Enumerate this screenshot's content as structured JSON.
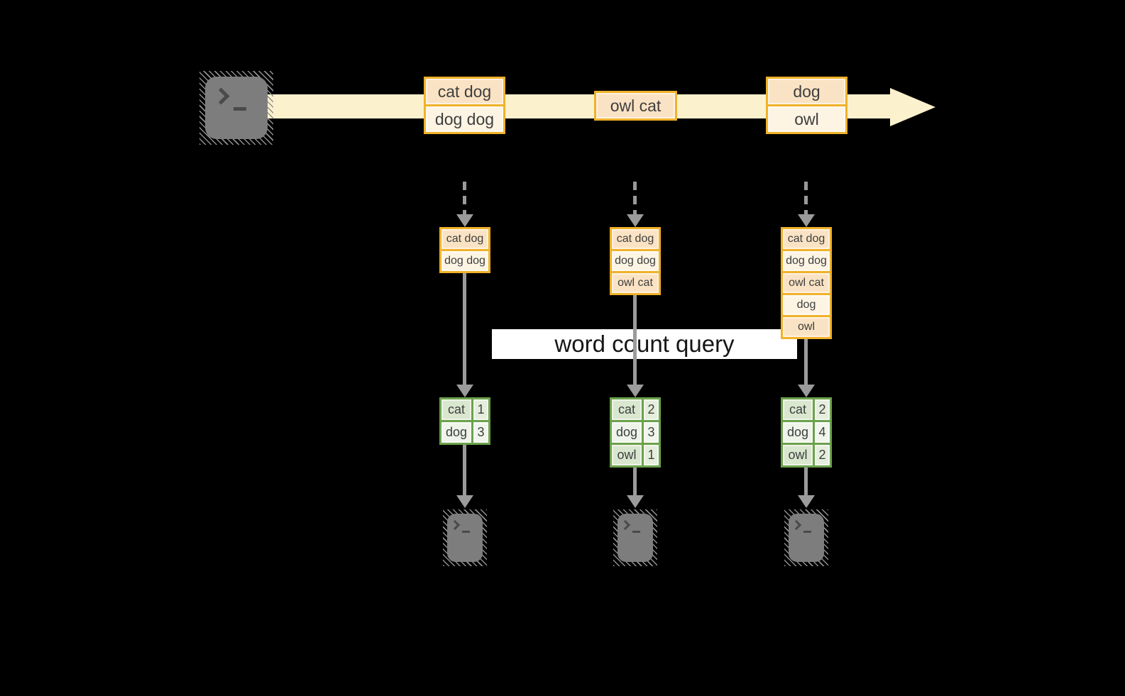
{
  "background": "#000000",
  "palette": {
    "accent_orange": "#F0B22A",
    "cell_peach_dark": "#FAE3C4",
    "cell_peach_light": "#FDF4E4",
    "stream_band": "#FBF1CC",
    "green_border": "#6CA24C",
    "green_cell_dark": "#D9E7CF",
    "green_cell_light": "#EEF4EA",
    "arrow_gray": "#9B9B9B",
    "terminal_gray": "#7D7D7D",
    "query_band_bg": "#FFFFFF"
  },
  "icons": {
    "terminal": "prompt-chevron-and-cursor"
  },
  "stream": {
    "batches": [
      {
        "lines": [
          "cat dog",
          "dog dog"
        ]
      },
      {
        "lines": [
          "owl cat"
        ]
      },
      {
        "lines": [
          "dog",
          "owl"
        ]
      }
    ]
  },
  "query": {
    "label": "word count query"
  },
  "columns": [
    {
      "buffer": [
        "cat dog",
        "dog dog"
      ],
      "counts": [
        [
          "cat",
          "1"
        ],
        [
          "dog",
          "3"
        ]
      ]
    },
    {
      "buffer": [
        "cat dog",
        "dog dog",
        "owl cat"
      ],
      "counts": [
        [
          "cat",
          "2"
        ],
        [
          "dog",
          "3"
        ],
        [
          "owl",
          "1"
        ]
      ]
    },
    {
      "buffer": [
        "cat dog",
        "dog dog",
        "owl cat",
        "dog",
        "owl"
      ],
      "counts": [
        [
          "cat",
          "2"
        ],
        [
          "dog",
          "4"
        ],
        [
          "owl",
          "2"
        ]
      ]
    }
  ]
}
